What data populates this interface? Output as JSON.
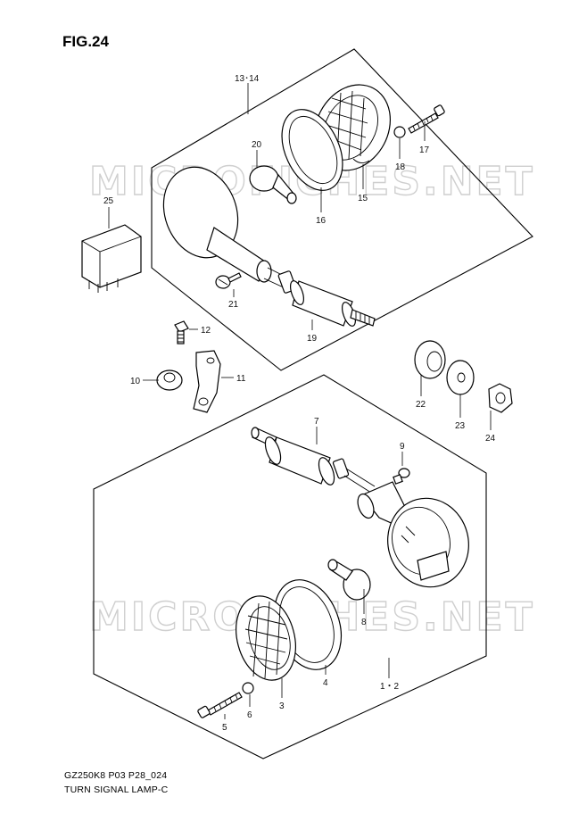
{
  "figure": {
    "title": "FIG.24"
  },
  "watermark": {
    "text": "MICROFICHES.NET"
  },
  "footer": {
    "code": "GZ250K8 P03 P28_024",
    "title": "TURN SIGNAL LAMP-C"
  },
  "callouts": {
    "c1_2": "1・2",
    "c3": "3",
    "c4": "4",
    "c5": "5",
    "c6": "6",
    "c7": "7",
    "c8": "8",
    "c9": "9",
    "c10": "10",
    "c11": "11",
    "c12": "12",
    "c13_14": "13･14",
    "c15": "15",
    "c16": "16",
    "c17": "17",
    "c18": "18",
    "c19": "19",
    "c20": "20",
    "c21": "21",
    "c22": "22",
    "c23": "23",
    "c24": "24",
    "c25": "25"
  }
}
